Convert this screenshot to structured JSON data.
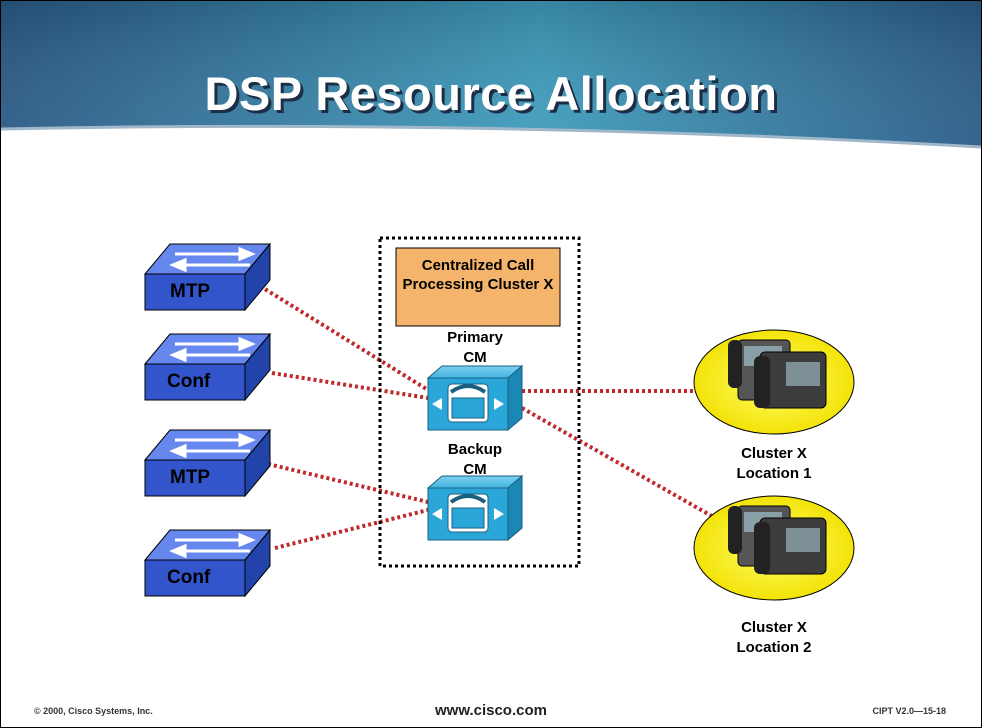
{
  "title": "DSP Resource Allocation",
  "cluster_box": {
    "label": "Centralized Call Processing Cluster X"
  },
  "nodes": {
    "primary_label": "Primary\nCM",
    "backup_label": "Backup\nCM",
    "location1_label": "Cluster X\nLocation 1",
    "location2_label": "Cluster X\nLocation 2"
  },
  "switches": [
    {
      "label": "MTP"
    },
    {
      "label": "Conf"
    },
    {
      "label": "MTP"
    },
    {
      "label": "Conf"
    }
  ],
  "footer": {
    "copyright": "© 2000, Cisco Systems, Inc.",
    "url": "www.cisco.com",
    "code": "CIPT V2.0—15-18"
  },
  "colors": {
    "switch_blue": "#3355cc",
    "cm_cyan": "#2aa7d8",
    "box_orange": "#f5b46c",
    "location_yellow": "#ffff00",
    "link_red": "#c0282c"
  }
}
